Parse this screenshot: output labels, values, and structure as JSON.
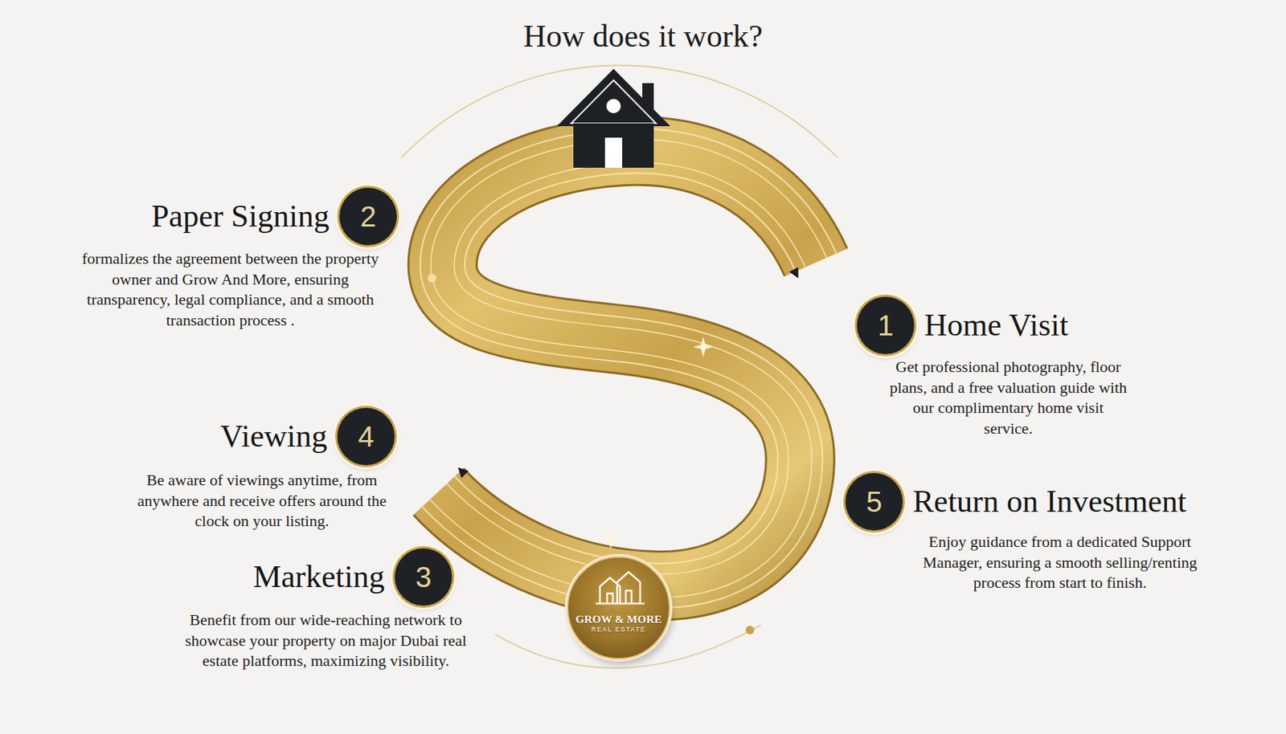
{
  "diagram": {
    "title": "How does it work?",
    "nodes": [
      {
        "text": [
          "1",
          "Home Visit",
          "Get professional photography, floor plans, and a free valuation guide with our complimentary home visit service."
        ]
      },
      {
        "text": [
          "2",
          "Paper Signing",
          "formalizes the agreement between the property owner and Grow And More, ensuring transparency, legal compliance, and a smooth transaction process ."
        ]
      },
      {
        "text": [
          "3",
          "Marketing",
          "Benefit from our wide-reaching network to showcase your property on major Dubai real estate platforms, maximizing visibility."
        ]
      },
      {
        "text": [
          "4",
          "Viewing",
          "Be aware of viewings anytime, from anywhere and receive offers around the clock on your listing."
        ]
      },
      {
        "text": [
          "5",
          "Return on Investment",
          "Enjoy guidance from a dedicated Support Manager, ensuring a smooth selling/renting process from start to finish."
        ]
      },
      {
        "text": [
          "GROW & MORE",
          "REAL ESTATE"
        ]
      }
    ]
  }
}
